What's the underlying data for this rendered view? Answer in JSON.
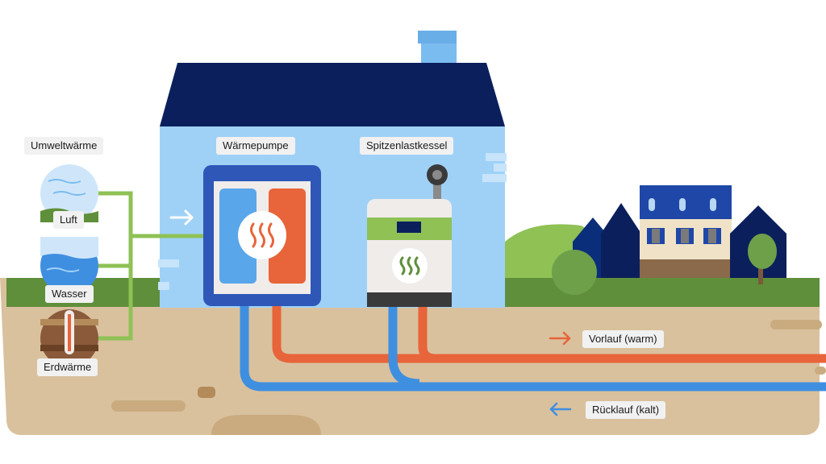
{
  "labels": {
    "umweltwaerme": "Umweltwärme",
    "luft": "Luft",
    "wasser": "Wasser",
    "erdwaerme": "Erdwärme",
    "waermepumpe": "Wärmepumpe",
    "spitzenlastkessel": "Spitzenlastkessel",
    "vorlauf": "Vorlauf (warm)",
    "ruecklauf": "Rücklauf (kalt)"
  },
  "colors": {
    "roof": "#0b1f5c",
    "wall": "#9fd1f7",
    "chimney": "#7bbcf0",
    "ground": "#d9c19e",
    "grass": "#5f8f3a",
    "hill": "#8fc155",
    "pipe_warm": "#e8643a",
    "pipe_cold": "#3f8fe0",
    "pipe_green": "#8fc155",
    "heatpump_frame": "#2e57b8",
    "heatpump_cold": "#5aa6ea",
    "heatpump_warm": "#e8643a",
    "boiler_band": "#8fc155",
    "boiler_base": "#3a3a3a"
  },
  "icons": [
    "heat-waves-icon",
    "arrow-right-icon",
    "arrow-left-icon"
  ]
}
